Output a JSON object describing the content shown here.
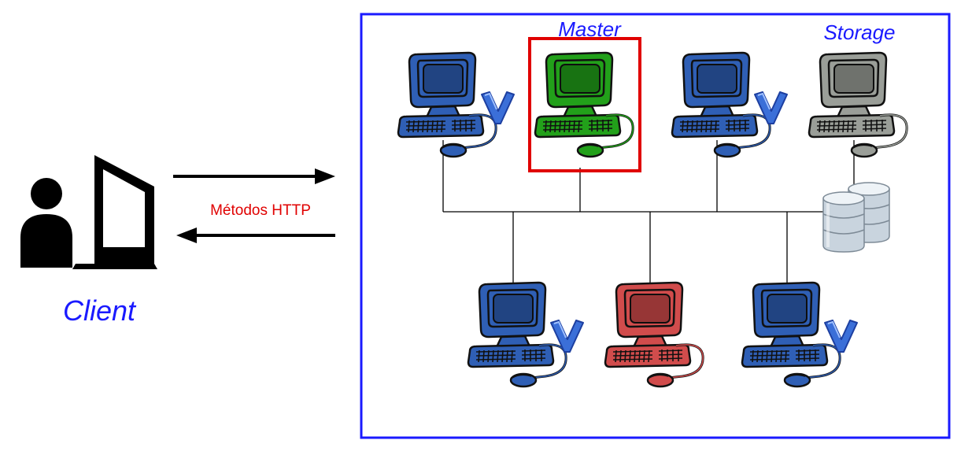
{
  "labels": {
    "master": "Master",
    "storage": "Storage",
    "client": "Client",
    "protocol": "Métodos HTTP"
  },
  "colors": {
    "cluster_border": "#1a1aff",
    "label_blue": "#1a1aff",
    "protocol_red": "#e00000",
    "master_highlight": "#e00000",
    "worker_blue": "#2f5fb5",
    "master_green": "#22a01a",
    "storage_gray": "#9a9e98",
    "standby_red": "#d14c4c"
  },
  "icons": {
    "client": "user-laptop-icon",
    "node": "computer-workstation-icon",
    "node_badge": "v-badge-icon",
    "database": "database-cylinders-icon"
  }
}
